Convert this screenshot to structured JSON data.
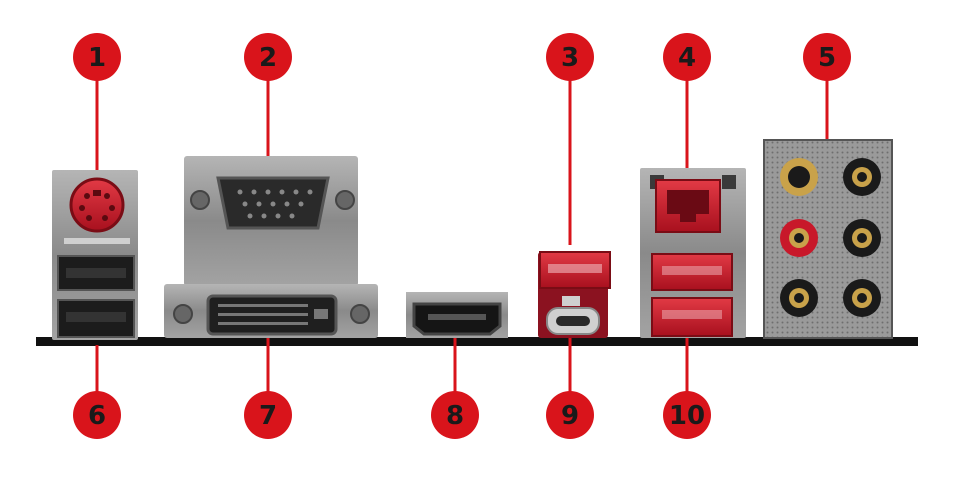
{
  "colors": {
    "callout_red": "#d9141b",
    "number_dark": "#1a1a1a",
    "panel_black": "#111111",
    "port_red": "#c8182a",
    "metal": "#8e8e8e",
    "gold": "#c9a24a"
  },
  "callouts": [
    {
      "id": 1,
      "label": "1",
      "port": "ps2-combo-port"
    },
    {
      "id": 2,
      "label": "2",
      "port": "vga-port"
    },
    {
      "id": 3,
      "label": "3",
      "port": "usb-a-port-red-top"
    },
    {
      "id": 4,
      "label": "4",
      "port": "lan-rj45-port"
    },
    {
      "id": 5,
      "label": "5",
      "port": "audio-jacks"
    },
    {
      "id": 6,
      "label": "6",
      "port": "usb-a-ports-black"
    },
    {
      "id": 7,
      "label": "7",
      "port": "dvi-port"
    },
    {
      "id": 8,
      "label": "8",
      "port": "hdmi-port"
    },
    {
      "id": 9,
      "label": "9",
      "port": "usb-c-port"
    },
    {
      "id": 10,
      "label": "10",
      "port": "usb-a-ports-red"
    }
  ]
}
